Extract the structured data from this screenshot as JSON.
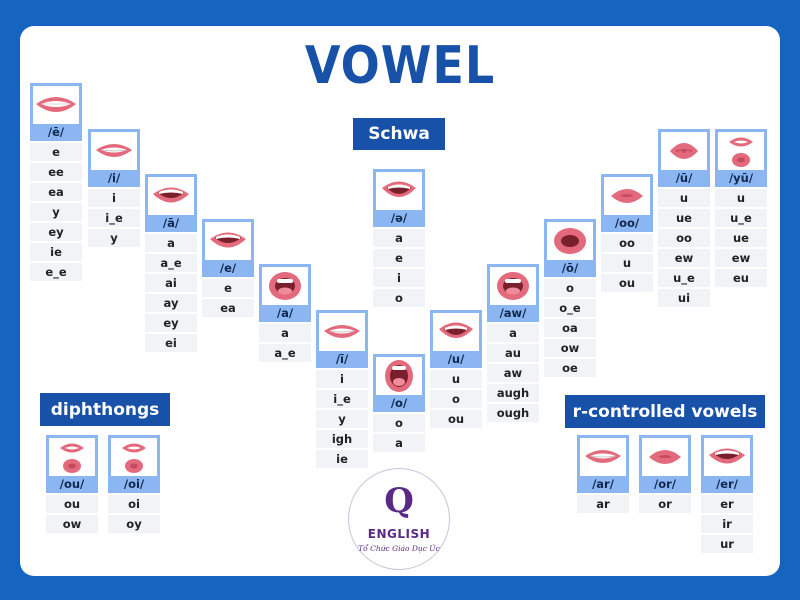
{
  "title": "VOWEL",
  "labels": {
    "schwa": "Schwa",
    "diphthongs": "diphthongs",
    "r_controlled": "r-controlled vowels"
  },
  "logo": {
    "mark": "Q",
    "name": "ENGLISH",
    "tagline": "Tổ Chức Giáo Dục Úc"
  },
  "colors": {
    "background": "#1565C0",
    "accent": "#1851A8",
    "card": "#8CB6F2",
    "spelling_bg": "#F2F3F6",
    "logo": "#5B2A86"
  },
  "columns": [
    {
      "id": "long-e",
      "ipa": "/ē/",
      "icon": "wide-smile-mouth-icon",
      "spellings": [
        "e",
        "ee",
        "ea",
        "y",
        "ey",
        "ie",
        "e_e"
      ]
    },
    {
      "id": "short-i",
      "ipa": "/i/",
      "icon": "smile-mouth-icon",
      "spellings": [
        "i",
        "i_e",
        "y"
      ]
    },
    {
      "id": "long-a",
      "ipa": "/ā/",
      "icon": "open-smile-mouth-icon",
      "spellings": [
        "a",
        "a_e",
        "ai",
        "ay",
        "ey",
        "ei"
      ]
    },
    {
      "id": "short-e",
      "ipa": "/e/",
      "icon": "open-smile-mouth-icon",
      "spellings": [
        "e",
        "ea"
      ]
    },
    {
      "id": "short-a",
      "ipa": "/a/",
      "icon": "open-tongue-mouth-icon",
      "spellings": [
        "a",
        "a_e"
      ]
    },
    {
      "id": "long-i",
      "ipa": "/ī/",
      "icon": "smile-mouth-icon",
      "spellings": [
        "i",
        "i_e",
        "y",
        "igh",
        "ie"
      ]
    },
    {
      "id": "short-o",
      "ipa": "/o/",
      "icon": "wide-open-tongue-mouth-icon",
      "spellings": [
        "o",
        "a"
      ]
    },
    {
      "id": "schwa",
      "ipa": "/ə/",
      "icon": "open-mouth-icon",
      "spellings": [
        "a",
        "e",
        "i",
        "o"
      ]
    },
    {
      "id": "short-u",
      "ipa": "/u/",
      "icon": "open-mouth-icon",
      "spellings": [
        "u",
        "o",
        "ou"
      ]
    },
    {
      "id": "aw",
      "ipa": "/aw/",
      "icon": "open-tongue-mouth-icon",
      "spellings": [
        "a",
        "au",
        "aw",
        "augh",
        "ough"
      ]
    },
    {
      "id": "long-o",
      "ipa": "/ō/",
      "icon": "round-open-mouth-icon",
      "spellings": [
        "o",
        "o_e",
        "oa",
        "ow",
        "oe"
      ]
    },
    {
      "id": "short-oo",
      "ipa": "/oo/",
      "icon": "round-mouth-icon",
      "spellings": [
        "oo",
        "u",
        "ou"
      ]
    },
    {
      "id": "long-oo",
      "ipa": "/ū/",
      "icon": "pursed-lips-icon",
      "spellings": [
        "u",
        "ue",
        "oo",
        "ew",
        "u_e",
        "ui"
      ]
    },
    {
      "id": "long-u",
      "ipa": "/yū/",
      "icon": "two-mouths-icon",
      "spellings": [
        "u",
        "u_e",
        "ue",
        "ew",
        "eu"
      ]
    },
    {
      "id": "ou",
      "ipa": "/ou/",
      "icon": "two-mouths-icon",
      "spellings": [
        "ou",
        "ow"
      ]
    },
    {
      "id": "oi",
      "ipa": "/oi/",
      "icon": "two-mouths-icon",
      "spellings": [
        "oi",
        "oy"
      ]
    },
    {
      "id": "ar",
      "ipa": "/ar/",
      "icon": "smile-mouth-icon",
      "spellings": [
        "ar"
      ]
    },
    {
      "id": "or",
      "ipa": "/or/",
      "icon": "round-mouth-icon",
      "spellings": [
        "or"
      ]
    },
    {
      "id": "er",
      "ipa": "/er/",
      "icon": "open-smile-mouth-icon",
      "spellings": [
        "er",
        "ir",
        "ur"
      ]
    }
  ]
}
